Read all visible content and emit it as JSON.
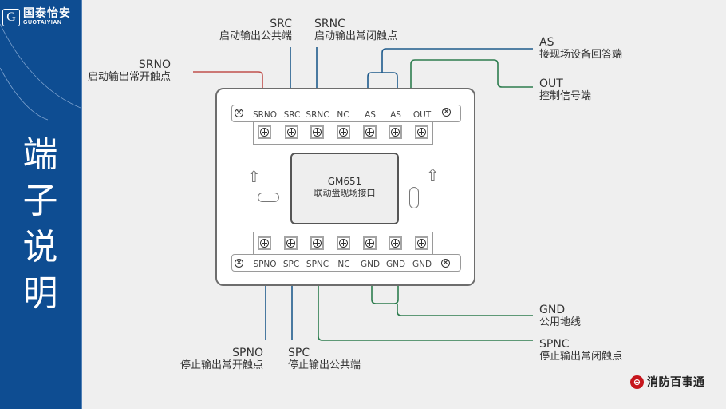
{
  "brand": {
    "logo_mark": "G",
    "name_cn": "国泰怡安",
    "name_en": "GUOTAIYIAN"
  },
  "page_title_chars": [
    "端",
    "子",
    "说",
    "明"
  ],
  "device": {
    "module_model": "GM651",
    "module_name": "联动盘现场接口",
    "top_terminals": [
      "SRNO",
      "SRC",
      "SRNC",
      "NC",
      "AS",
      "AS",
      "OUT"
    ],
    "bottom_terminals": [
      "SPNO",
      "SPC",
      "SPNC",
      "NC",
      "GND",
      "GND",
      "GND"
    ],
    "arrow_glyph": "⇧"
  },
  "callouts": {
    "srno": {
      "code": "SRNO",
      "desc": "启动输出常开触点"
    },
    "src": {
      "code": "SRC",
      "desc": "启动输出公共端"
    },
    "srnc": {
      "code": "SRNC",
      "desc": "启动输出常闭触点"
    },
    "as": {
      "code": "AS",
      "desc": "接现场设备回答端"
    },
    "out": {
      "code": "OUT",
      "desc": "控制信号端"
    },
    "gnd": {
      "code": "GND",
      "desc": "公用地线"
    },
    "spnc": {
      "code": "SPNC",
      "desc": "停止输出常闭触点"
    },
    "spno": {
      "code": "SPNO",
      "desc": "停止输出常开触点"
    },
    "spc": {
      "code": "SPC",
      "desc": "停止输出公共端"
    }
  },
  "wire_colors": {
    "red": "#c0504d",
    "blue": "#1f5b8c",
    "green": "#2e7d4f"
  },
  "footer_brand": {
    "icon": "⊕",
    "name": "消防百事通"
  }
}
